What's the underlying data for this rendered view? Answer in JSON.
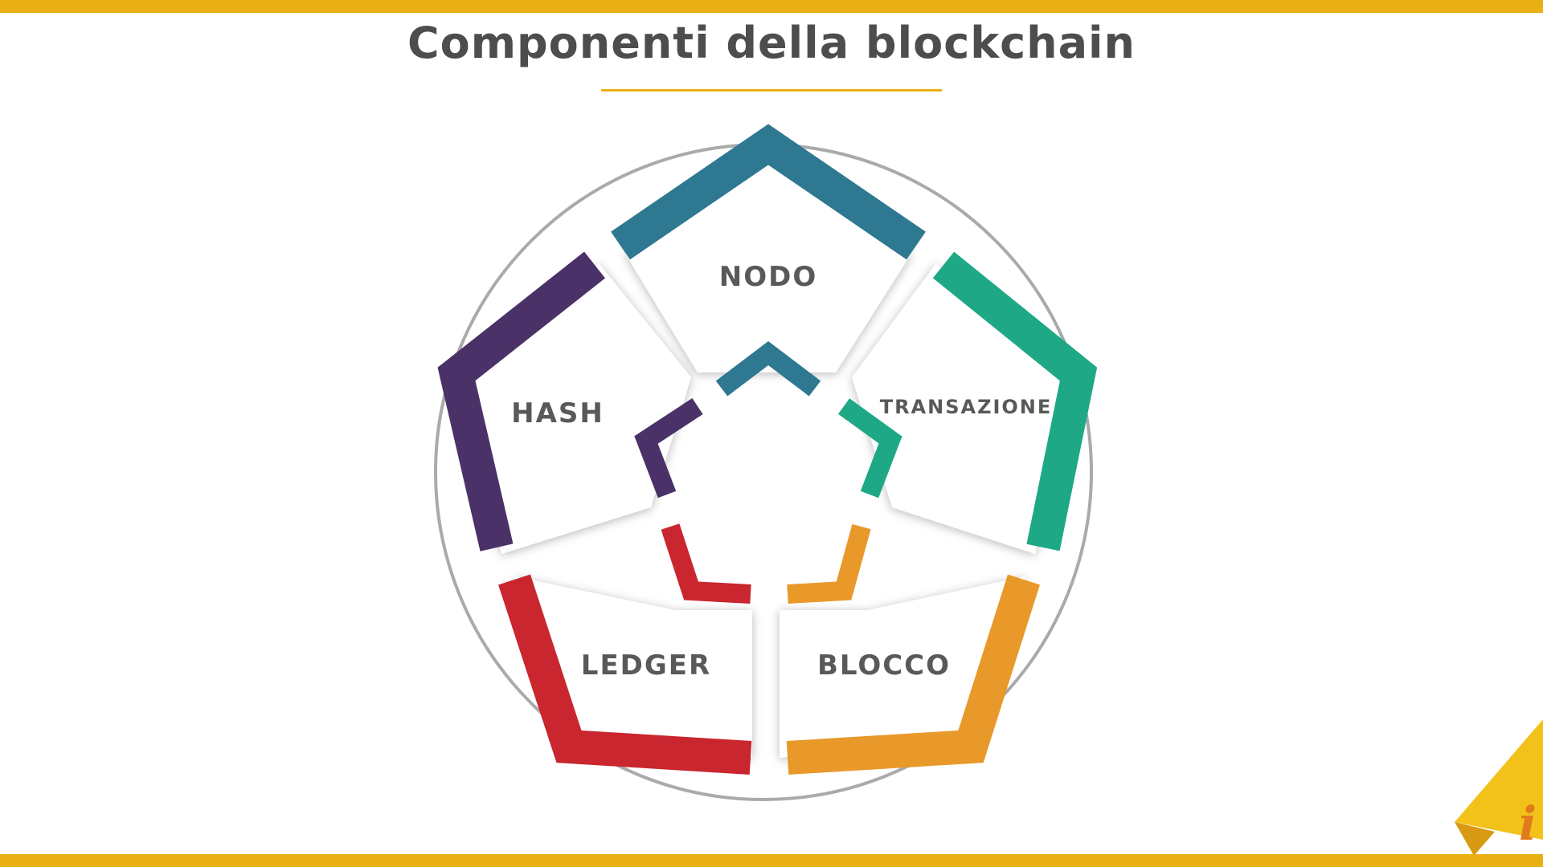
{
  "title": "Componenti della blockchain",
  "segments": [
    {
      "label": "NODO",
      "color": "#2f7891"
    },
    {
      "label": "TRANSAZIONE",
      "color": "#1ea886"
    },
    {
      "label": "BLOCCO",
      "color": "#e8992a"
    },
    {
      "label": "LEDGER",
      "color": "#c9262f"
    },
    {
      "label": "HASH",
      "color": "#4a3268"
    }
  ],
  "colors": {
    "accent": "#e8b012",
    "logo_letter": "#e07a1a"
  },
  "logo": {
    "letter": "i",
    "icon": "page-curl-info-icon"
  }
}
